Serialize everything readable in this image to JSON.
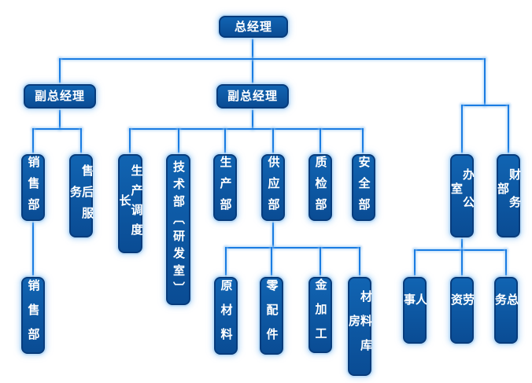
{
  "colors": {
    "background": "#ffffff",
    "box_fill_top": "#1164b2",
    "box_fill_bottom": "#0a4c94",
    "box_border": "#083c7c",
    "box_text": "#ffffff",
    "connector": "#1a7ce2"
  },
  "nodes": {
    "general_manager": "总经理",
    "deputy_gm_left": "副总经理",
    "deputy_gm_mid": "副总经理",
    "sales_dept": "销售部",
    "after_sales_service": "售后服务",
    "production_dispatch_chief": "生产调度长",
    "tech_dept_rd_room": "技术部〔研发室〕",
    "production_dept": "生产部",
    "supply_dept": "供应部",
    "quality_inspection_dept": "质检部",
    "safety_dept": "安全部",
    "office": "办公室",
    "finance_dept": "财务部",
    "sales_sub_dept": "销售部",
    "raw_materials": "原材料",
    "spare_parts": "零配件",
    "metal_processing": "金加工",
    "material_warehouse": "材料库房",
    "personnel": "人事",
    "labor_wages": "劳资",
    "general_affairs": "总务"
  },
  "edges": [
    [
      "general_manager",
      "deputy_gm_left"
    ],
    [
      "general_manager",
      "deputy_gm_mid"
    ],
    [
      "general_manager",
      "office"
    ],
    [
      "general_manager",
      "finance_dept"
    ],
    [
      "deputy_gm_left",
      "sales_dept"
    ],
    [
      "deputy_gm_left",
      "after_sales_service"
    ],
    [
      "sales_dept",
      "sales_sub_dept"
    ],
    [
      "deputy_gm_mid",
      "production_dispatch_chief"
    ],
    [
      "deputy_gm_mid",
      "tech_dept_rd_room"
    ],
    [
      "deputy_gm_mid",
      "production_dept"
    ],
    [
      "deputy_gm_mid",
      "supply_dept"
    ],
    [
      "deputy_gm_mid",
      "quality_inspection_dept"
    ],
    [
      "deputy_gm_mid",
      "safety_dept"
    ],
    [
      "supply_dept",
      "raw_materials"
    ],
    [
      "supply_dept",
      "spare_parts"
    ],
    [
      "supply_dept",
      "metal_processing"
    ],
    [
      "supply_dept",
      "material_warehouse"
    ],
    [
      "office",
      "personnel"
    ],
    [
      "office",
      "labor_wages"
    ],
    [
      "office",
      "general_affairs"
    ]
  ]
}
